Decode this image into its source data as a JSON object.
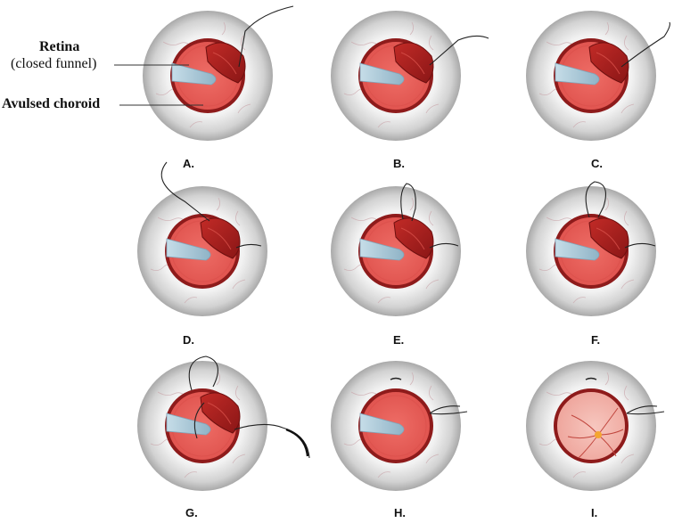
{
  "annotations": {
    "retina_title": "Retina",
    "retina_sub": "(closed funnel)",
    "choroid": "Avulsed choroid"
  },
  "panels": [
    {
      "label": "A.",
      "stage": "A"
    },
    {
      "label": "B.",
      "stage": "B"
    },
    {
      "label": "C.",
      "stage": "C"
    },
    {
      "label": "D.",
      "stage": "D"
    },
    {
      "label": "E.",
      "stage": "E"
    },
    {
      "label": "F.",
      "stage": "F"
    },
    {
      "label": "G.",
      "stage": "G"
    },
    {
      "label": "H.",
      "stage": "H"
    },
    {
      "label": "I.",
      "stage": "I"
    }
  ],
  "colors": {
    "sclera_light": "#ffffff",
    "sclera_dark": "#a9a9a9",
    "pupil_fill": "#e9605a",
    "pupil_rim": "#8e1b1b",
    "choroid": "#a8201e",
    "funnel": "#a8c7d6",
    "fundus": "#f4b3aa",
    "optic_disc": "#f4a630",
    "suture": "#222222"
  }
}
